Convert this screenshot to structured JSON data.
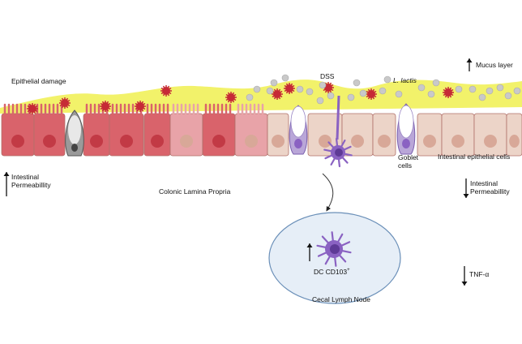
{
  "labels": {
    "mucus_layer": "Mucus layer",
    "epithelial_damage": "Epithelial damage",
    "dss": "DSS",
    "l_lactis": "L. lactis",
    "intestinal_permeability_left": "Intestinal\nPermeabillity",
    "colonic_lamina_propria": "Colonic Lamina Propria",
    "goblet_cells": "Goblet\ncells",
    "intestinal_epithelial_cells": "Intestinal epithelial cells",
    "intestinal_permeability_right": "Intestinal\nPermeabillity",
    "dc_cd103": "DC CD103",
    "dc_cd103_sup": "+",
    "tnf_alpha": "TNF-α",
    "cecal_lymph_node": "Cecal Lymph Node"
  },
  "indicators": {
    "mucus_layer": "up",
    "intestinal_permeability_left": "up",
    "intestinal_permeability_right": "down",
    "dc_cd103": "up",
    "tnf_alpha": "down"
  },
  "colors": {
    "mucus": "#f2f26a",
    "damaged_cell": "#d9636b",
    "damaged_cell_light": "#e8a3a8",
    "healthy_cell": "#ecd4c8",
    "nucleus_damaged": "#c23a45",
    "nucleus_healthy": "#d8a898",
    "pathogen": "#c62a36",
    "l_lactis_dot": "#c9c9c9",
    "goblet": "#b9a6d8",
    "dendritic_cell": "#8a62c2",
    "lymph_node_fill": "#e6eef7",
    "lymph_node_stroke": "#6a8fb8"
  }
}
